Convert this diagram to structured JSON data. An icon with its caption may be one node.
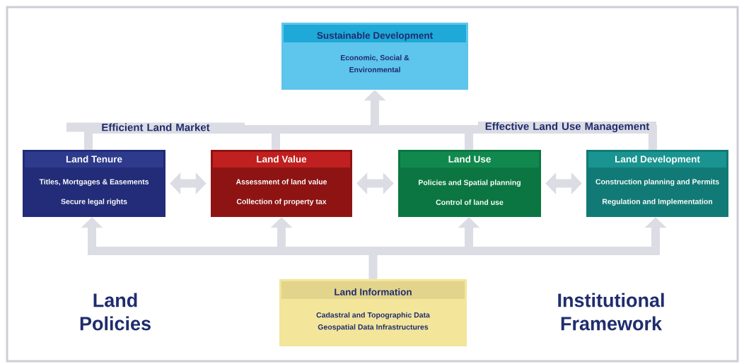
{
  "diagram": {
    "nodes": [
      {
        "text": [
          "Sustainable Development",
          "Economic, Social & Environmental"
        ]
      },
      {
        "text": [
          "Land Tenure",
          "Titles, Mortgages & Easements",
          "Secure legal rights"
        ]
      },
      {
        "text": [
          "Land Value",
          "Assessment of land value",
          "Collection of property tax"
        ]
      },
      {
        "text": [
          "Land Use",
          "Policies and Spatial planning",
          "Control of land use"
        ]
      },
      {
        "text": [
          "Land Development",
          "Construction planning and Permits",
          "Regulation and Implementation"
        ]
      },
      {
        "text": [
          "Land Information",
          "Cadastral and Topographic Data",
          "Geospatial Data Infrastructures"
        ]
      }
    ],
    "edges": [
      {
        "from": 1,
        "to": 0,
        "arrow": "to"
      },
      {
        "from": 2,
        "to": 0,
        "arrow": "to"
      },
      {
        "from": 3,
        "to": 0,
        "arrow": "to"
      },
      {
        "from": 4,
        "to": 0,
        "arrow": "to"
      },
      {
        "from": 1,
        "to": 2,
        "arrow": "both"
      },
      {
        "from": 2,
        "to": 3,
        "arrow": "both"
      },
      {
        "from": 3,
        "to": 4,
        "arrow": "both"
      },
      {
        "from": 5,
        "to": 1,
        "arrow": "to"
      },
      {
        "from": 5,
        "to": 2,
        "arrow": "to"
      },
      {
        "from": 5,
        "to": 3,
        "arrow": "to"
      },
      {
        "from": 5,
        "to": 4,
        "arrow": "to"
      }
    ],
    "labels": [
      "Efficient Land Market",
      "Effective Land Use Management",
      "Land Policies",
      "Institutional Framework"
    ]
  }
}
